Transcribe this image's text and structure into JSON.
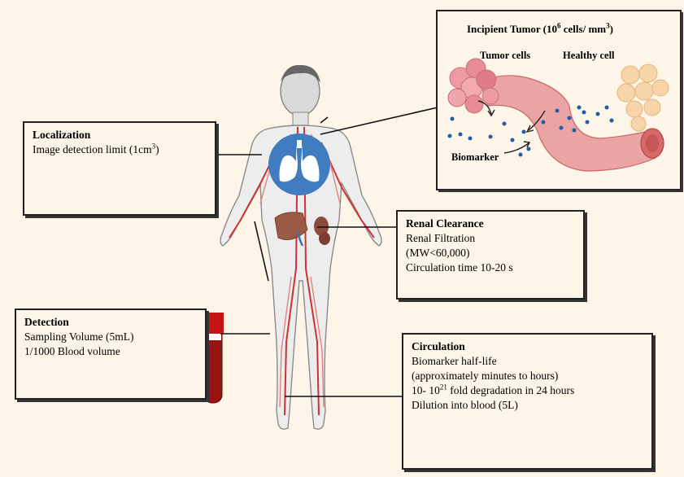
{
  "localization": {
    "title": "Localization",
    "line1_pre": "Image detection limit (1cm",
    "line1_sup": "3",
    "line1_post": ")"
  },
  "renal": {
    "title": "Renal Clearance",
    "lines": [
      "Renal Filtration",
      "(MW<60,000)",
      "Circulation time 10-20 s"
    ]
  },
  "detection": {
    "title": "Detection",
    "lines": [
      "Sampling Volume (5mL)",
      "1/1000 Blood volume"
    ]
  },
  "circulation": {
    "title": "Circulation",
    "line1": "Biomarker half-life",
    "line2": "(approximately minutes to hours)",
    "line3_pre": " 10- 10",
    "line3_sup": "21",
    "line3_post": " fold degradation in 24 hours",
    "line4": "Dilution into blood (5L)"
  },
  "tumor": {
    "title_pre": "Incipient Tumor (10",
    "title_sup1": "6",
    "title_mid": " cells/ mm",
    "title_sup2": "3",
    "title_post": ")",
    "tumor_cells_label": "Tumor cells",
    "healthy_cell_label": "Healthy cell",
    "biomarker_label": "Biomarker"
  },
  "colors": {
    "background": "#fdf5e8",
    "vessel": "#e8a0a0",
    "tumor": "#e58c95",
    "healthy": "#f7d5a8",
    "biomarker": "#1f5da8",
    "lungs_circle": "#3f7cc0",
    "blood": "#9a1313"
  }
}
